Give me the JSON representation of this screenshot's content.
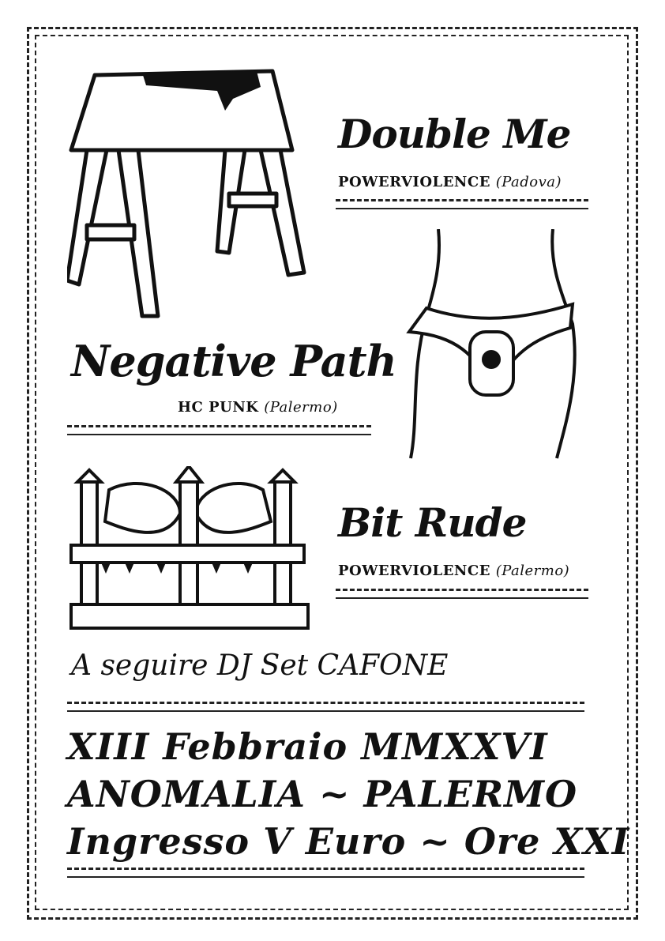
{
  "bands": [
    {
      "name": "Double Me",
      "genre": "POWERVIOLENCE",
      "city": "(Padova)"
    },
    {
      "name": "Negative Path",
      "genre": "HC PUNK",
      "city": "(Palermo)"
    },
    {
      "name": "Bit Rude",
      "genre": "POWERVIOLENCE",
      "city": "(Palermo)"
    }
  ],
  "dj_set": "A seguire DJ Set CAFONE",
  "date": "XIII Febbraio MMXXVI",
  "venue": "ANOMALIA ~ PALERMO",
  "entry": "Ingresso V Euro ~ Ore XXI",
  "illustrations": [
    "sawhorse-icon",
    "chastity-belt-icon",
    "pillory-icon"
  ]
}
